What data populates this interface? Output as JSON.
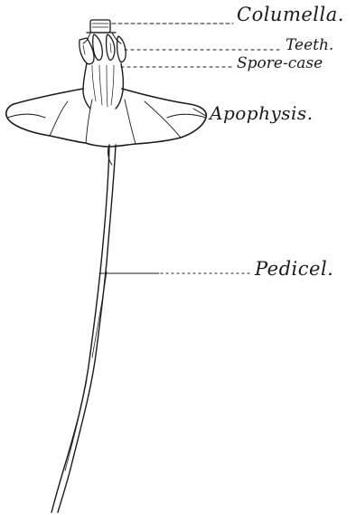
{
  "labels": {
    "columella": "Columella.",
    "teeth": "Teeth.",
    "spore_case": "Spore-case",
    "apophysis": "Apophysis.",
    "pedicel": "Pedicel."
  },
  "colors": {
    "ink": "#1a1a1a",
    "background": "#ffffff"
  }
}
